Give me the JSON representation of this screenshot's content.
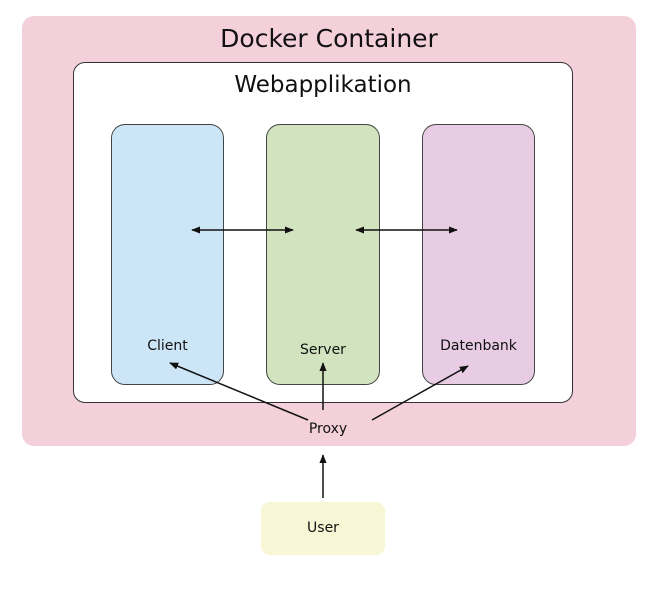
{
  "container": {
    "title": "Docker Container"
  },
  "webapp": {
    "title": "Webapplikation"
  },
  "components": {
    "client": "Client",
    "server": "Server",
    "datenbank": "Datenbank"
  },
  "proxy": "Proxy",
  "user": "User",
  "colors": {
    "container_bg": "#f4d1da",
    "client_bg": "#cde6f7",
    "server_bg": "#d1e3bf",
    "datenbank_bg": "#e8cce3",
    "user_bg": "#f7f7d5"
  }
}
